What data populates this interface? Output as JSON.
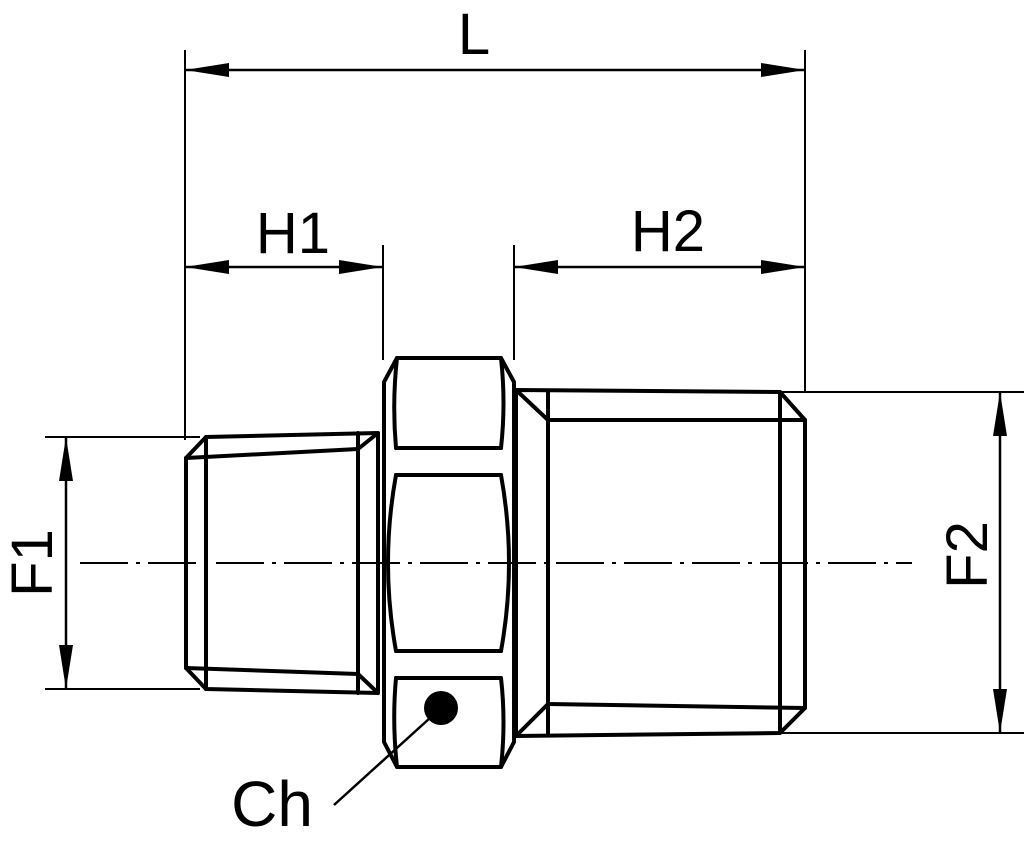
{
  "labels": {
    "L": "L",
    "H1": "H1",
    "H2": "H2",
    "F1": "F1",
    "F2": "F2",
    "Ch": "Ch"
  }
}
